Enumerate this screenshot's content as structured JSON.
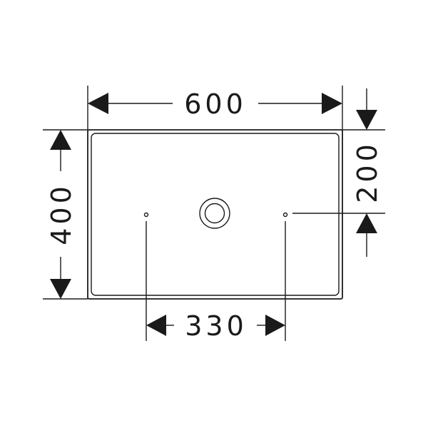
{
  "dimensions": {
    "width": "600",
    "depth": "400",
    "tap_hole_distance": "330",
    "drain_offset": "200"
  },
  "colors": {
    "line": "#1a1a1a",
    "background": "#ffffff"
  }
}
